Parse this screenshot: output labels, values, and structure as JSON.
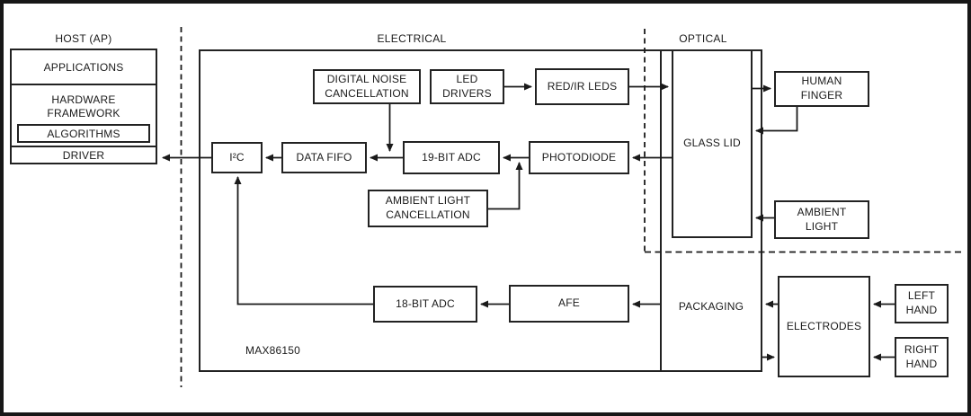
{
  "host": {
    "title": "HOST (AP)",
    "applications": "APPLICATIONS",
    "hardware_framework": "HARDWARE\nFRAMEWORK",
    "algorithms": "ALGORITHMS",
    "driver": "DRIVER"
  },
  "electrical": {
    "title": "ELECTRICAL",
    "digital_noise_cancellation": "DIGITAL NOISE\nCANCELLATION",
    "led_drivers": "LED\nDRIVERS",
    "red_ir_leds": "RED/IR LEDS",
    "i2c": "I²C",
    "data_fifo": "DATA FIFO",
    "adc_19bit": "19-BIT ADC",
    "photodiode": "PHOTODIODE",
    "ambient_light_cancellation": "AMBIENT LIGHT\nCANCELLATION",
    "adc_18bit": "18-BIT ADC",
    "afe": "AFE",
    "chip_name": "MAX86150"
  },
  "optical": {
    "title": "OPTICAL",
    "glass_lid": "GLASS LID"
  },
  "packaging": {
    "label": "PACKAGING"
  },
  "external": {
    "human_finger": "HUMAN\nFINGER",
    "ambient_light": "AMBIENT\nLIGHT",
    "electrodes": "ELECTRODES",
    "left_hand": "LEFT\nHAND",
    "right_hand": "RIGHT\nHAND"
  },
  "colors": {
    "line": "#1a1a1a",
    "background": "#ffffff"
  }
}
